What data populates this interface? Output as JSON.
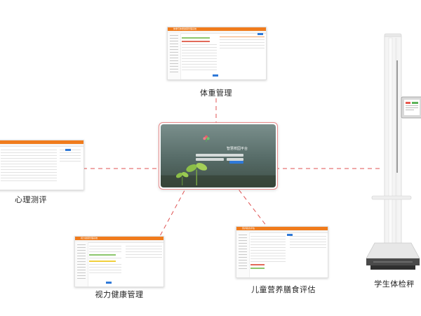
{
  "center": {
    "title": "智慧校园平台"
  },
  "modules": {
    "weight": {
      "label": "体重管理",
      "window_title": "体重与体质健康管理系统"
    },
    "psych": {
      "label": "心理测评"
    },
    "vision": {
      "label": "视力健康管理",
      "window_title": "视力健康管理系统"
    },
    "nutrition": {
      "label": "儿童营养膳食评估",
      "window_title": "营养膳食评估"
    },
    "scale": {
      "label": "学生体检秤"
    }
  },
  "colors": {
    "connector": "#e05353",
    "header": "#f07b1c",
    "button": "#2f79d8"
  }
}
